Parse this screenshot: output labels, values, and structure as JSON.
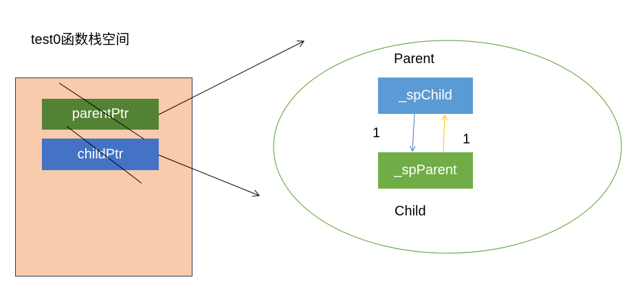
{
  "stack": {
    "title": "test0函数栈空间",
    "fill_color": "#f8cbad",
    "border_color": "#2f3b55"
  },
  "pointers": {
    "parent_ptr": {
      "label": "parentPtr",
      "color": "#548235"
    },
    "child_ptr": {
      "label": "childPtr",
      "color": "#4472c4"
    }
  },
  "heap": {
    "ellipse_color": "#70ad47",
    "parent_object": {
      "label": "Parent",
      "member_label": "_spChild",
      "member_color": "#5b9bd5"
    },
    "child_object": {
      "label": "Child",
      "member_label": "_spParent",
      "member_color": "#70ad47"
    },
    "ref_counts": {
      "left": "1",
      "right": "1"
    },
    "link_colors": {
      "down": "#4472c4",
      "up": "#ffc000"
    }
  }
}
